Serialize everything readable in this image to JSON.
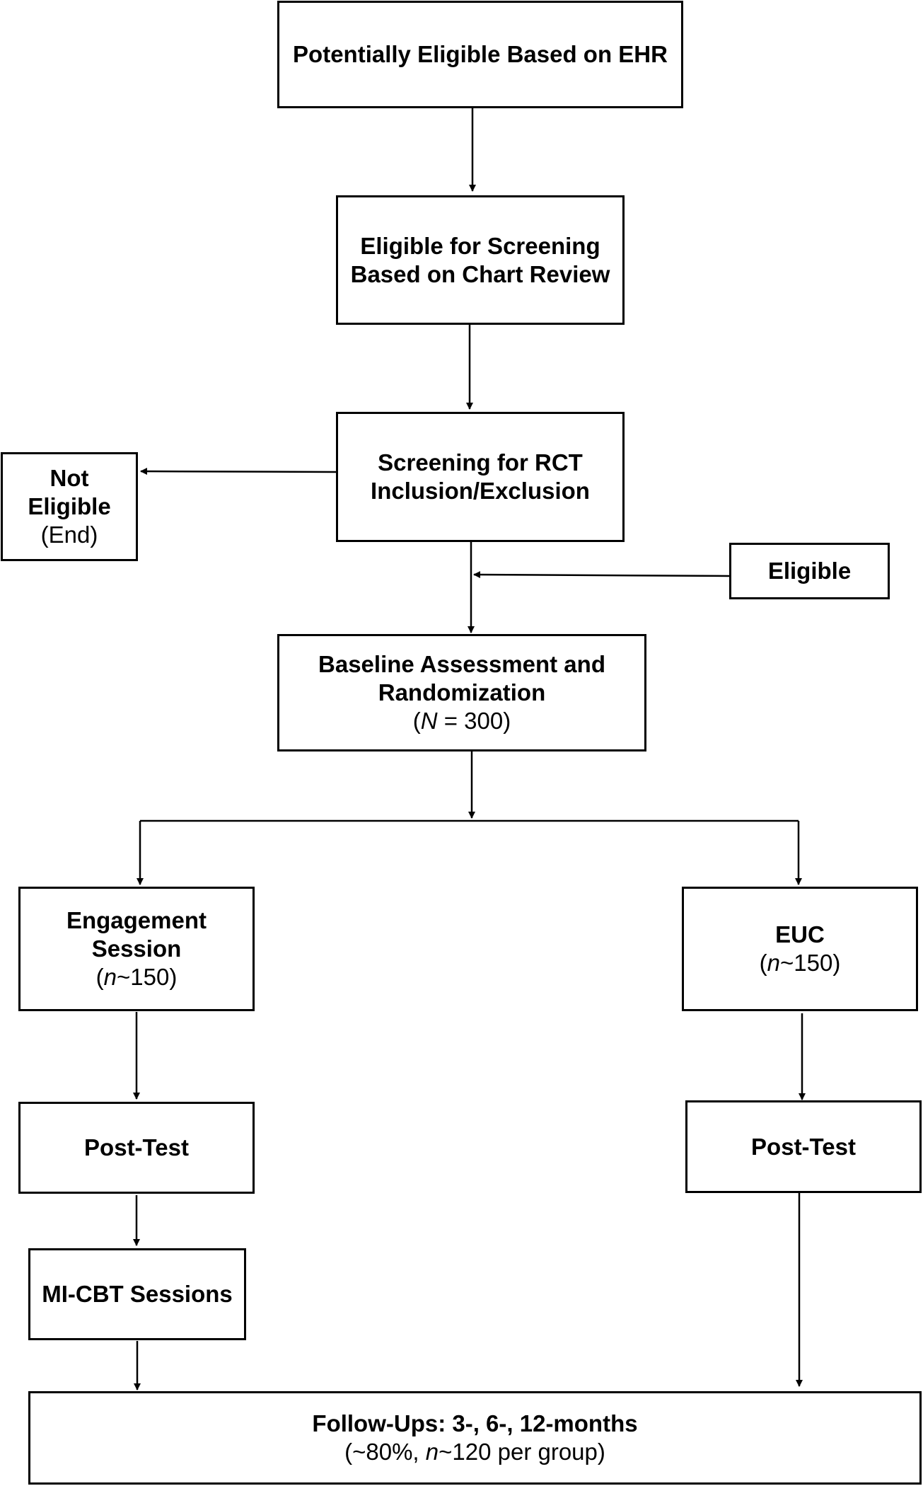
{
  "boxes": {
    "ehr": {
      "title": "Potentially Eligible Based on EHR"
    },
    "chart_review": {
      "line1": "Eligible for Screening",
      "line2": "Based on Chart Review"
    },
    "screening": {
      "line1": "Screening for RCT",
      "line2": "Inclusion/Exclusion"
    },
    "not_eligible": {
      "line1": "Not",
      "line2": "Eligible",
      "line3": "(End)"
    },
    "eligible": {
      "title": "Eligible"
    },
    "baseline": {
      "line1": "Baseline Assessment and",
      "line2": "Randomization",
      "n_open": "(",
      "n_var": "N",
      "n_rest": " = 300)"
    },
    "engagement": {
      "line1": "Engagement",
      "line2": "Session",
      "n_open": "(",
      "n_var": "n",
      "n_rest": "~150)"
    },
    "euc": {
      "title": "EUC",
      "n_open": "(",
      "n_var": "n",
      "n_rest": "~150)"
    },
    "post_test_left": {
      "title": "Post-Test"
    },
    "post_test_right": {
      "title": "Post-Test"
    },
    "mi_cbt": {
      "title": "MI-CBT Sessions"
    },
    "follow_ups": {
      "title": "Follow-Ups: 3-, 6-, 12-months",
      "n_pre": "(~80%, ",
      "n_var": "n",
      "n_rest": "~120 per group)"
    }
  }
}
